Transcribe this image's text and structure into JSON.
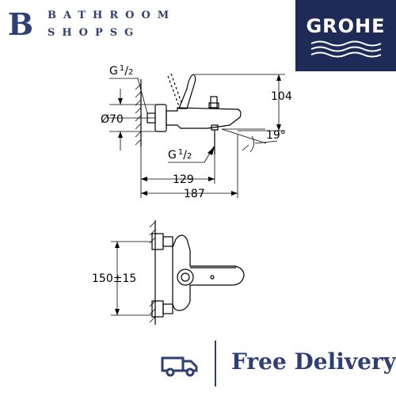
{
  "brand": {
    "letter": "B",
    "line1": "BATHROOM",
    "line2": "SHOPSG"
  },
  "grohe": {
    "name": "GROHE",
    "bg_color": "#1f2b57"
  },
  "diagram": {
    "thread_top": {
      "base": "G",
      "num": "1",
      "den": "2"
    },
    "thread_bottom": {
      "base": "G",
      "num": "1",
      "den": "2"
    },
    "diameter": "Ø70",
    "height_104": "104",
    "angle": "19°",
    "dim_129": "129",
    "dim_187": "187",
    "dim_150": "150±15"
  },
  "footer": {
    "delivery_text": "Free Delivery",
    "accent_color": "#2f3e73",
    "truck_icon": "truck-icon"
  }
}
